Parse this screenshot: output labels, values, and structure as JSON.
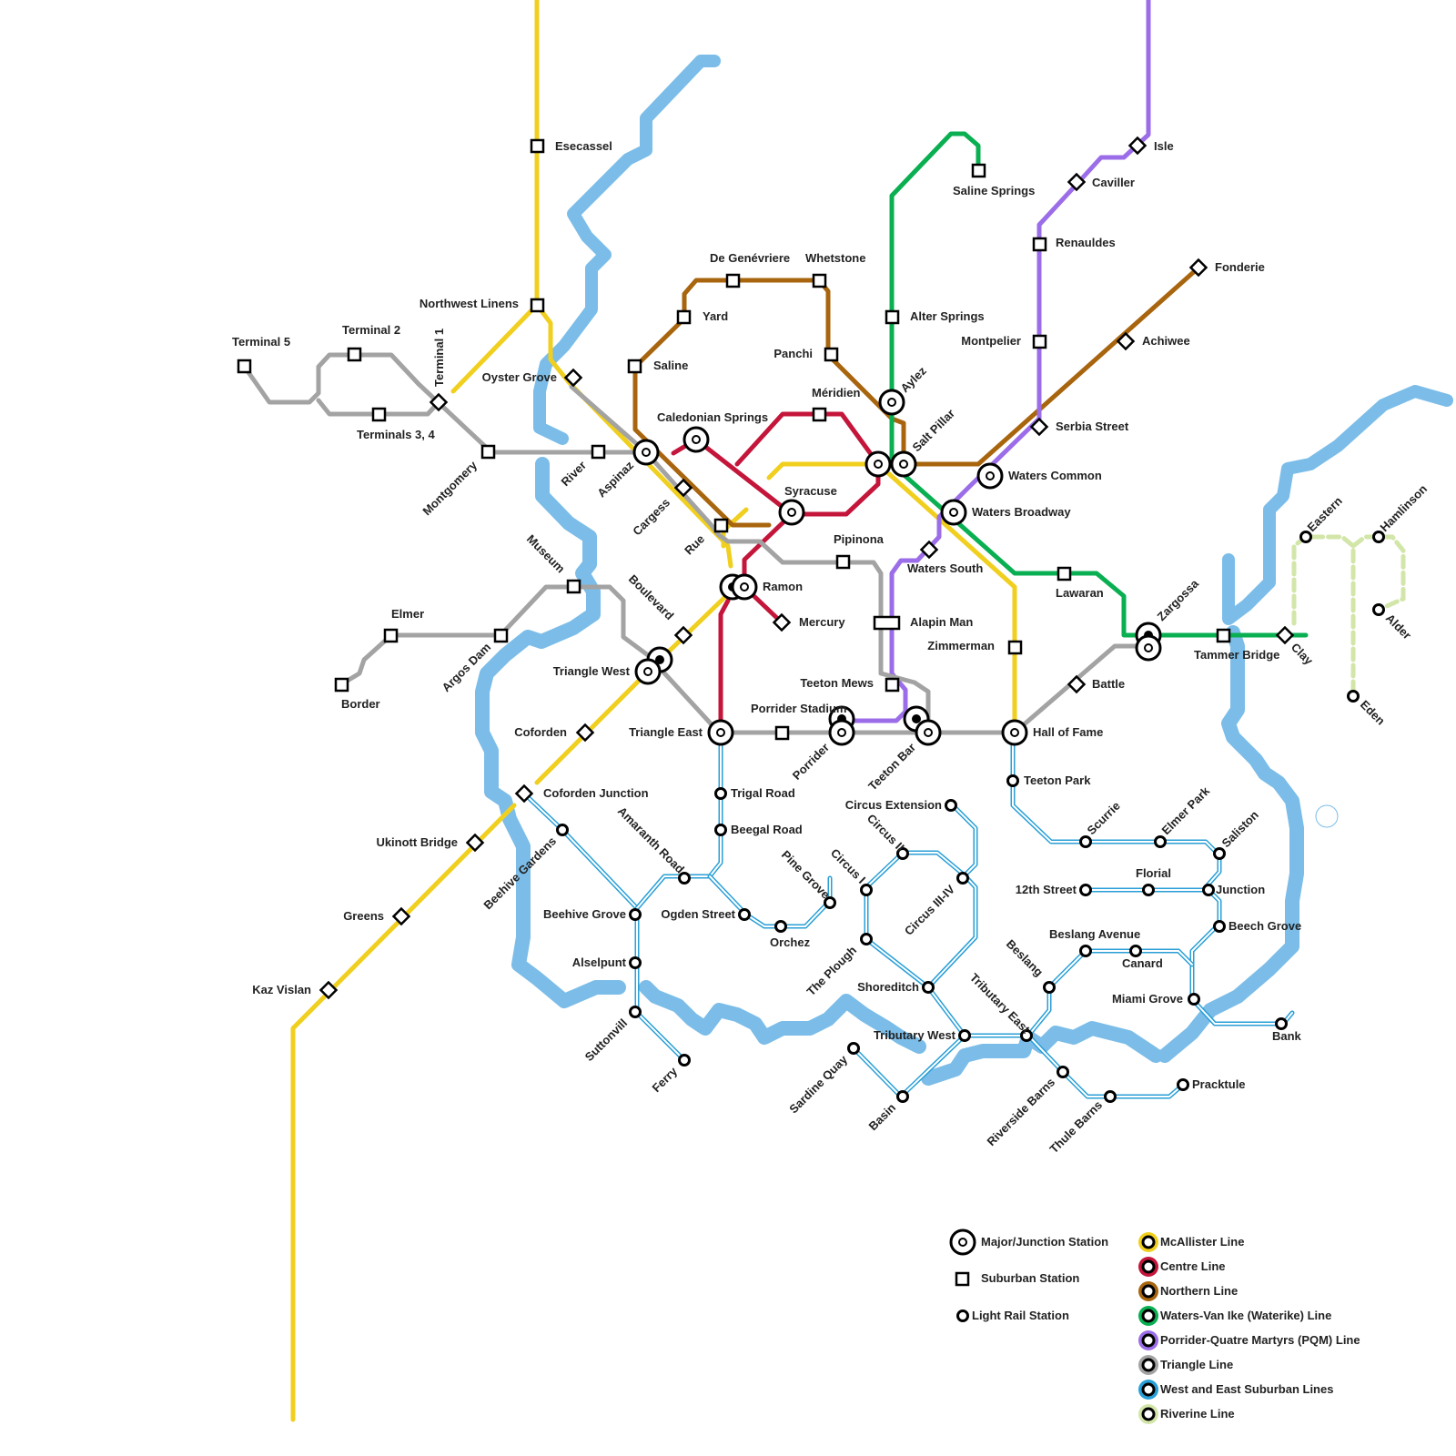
{
  "lines": {
    "mcallister": {
      "name": "McAllister Line",
      "color": "#f0cf1e"
    },
    "centre": {
      "name": "Centre Line",
      "color": "#c4153a"
    },
    "northern": {
      "name": "Northern Line",
      "color": "#a8650e"
    },
    "waterike": {
      "name": "Waters-Van Ike (Waterike) Line",
      "color": "#0aaf52"
    },
    "pqm": {
      "name": "Porrider-Quatre Martyrs (PQM) Line",
      "color": "#9b6de8"
    },
    "triangle": {
      "name": "Triangle Line",
      "color": "#a3a3a3"
    },
    "suburban_lr": {
      "name": "West and East Suburban Lines",
      "color": "#2a9fd6"
    },
    "riverine": {
      "name": "Riverine Line",
      "color": "#d3e6a9"
    }
  },
  "water_color": "#7bbde8",
  "legend": {
    "major": "Major/Junction Station",
    "suburban": "Suburban Station",
    "light_rail": "Light Rail Station"
  },
  "stations": {
    "esecassel": "Esecassel",
    "northwest_linens": "Northwest Linens",
    "oyster_grove": "Oyster Grove",
    "terminal5": "Terminal 5",
    "terminal2": "Terminal 2",
    "terminal1": "Terminal 1",
    "terminals34": "Terminals 3, 4",
    "montgomery": "Montgomery",
    "river": "River",
    "aspinaz": "Aspinaz",
    "cargess": "Cargess",
    "rue": "Rue",
    "museum": "Museum",
    "boulevard": "Boulevard",
    "elmer": "Elmer",
    "border": "Border",
    "argos_dam": "Argos Dam",
    "triangle_west": "Triangle West",
    "coforden": "Coforden",
    "coforden_junction": "Coforden Junction",
    "ukinott_bridge": "Ukinott Bridge",
    "greens": "Greens",
    "kaz_vislan": "Kaz Vislan",
    "de_genevriere": "De Genévriere",
    "whetstone": "Whetstone",
    "yard": "Yard",
    "saline": "Saline",
    "panchi": "Panchi",
    "meridien": "Méridien",
    "caledonian_springs": "Caledonian Springs",
    "syracuse": "Syracuse",
    "pipinona": "Pipinona",
    "ramon": "Ramon",
    "mercury": "Mercury",
    "triangle_east": "Triangle East",
    "teeton_mews": "Teeton Mews",
    "porrider_stadium": "Porrider Stadium",
    "porrider": "Porrider",
    "teeton_bar": "Teeton Bar",
    "alapin_man": "Alapin Man",
    "zimmerman": "Zimmerman",
    "hall_of_fame": "Hall of Fame",
    "battle": "Battle",
    "saline_springs": "Saline Springs",
    "alter_springs": "Alter Springs",
    "aylez": "Aylez",
    "salt_pillar": "Salt Pillar",
    "waters_common": "Waters Common",
    "waters_broadway": "Waters Broadway",
    "waters_south": "Waters South",
    "lawaran": "Lawaran",
    "zargossa": "Zargossa",
    "tammer_bridge": "Tammer Bridge",
    "clay": "Clay",
    "isle": "Isle",
    "caviller": "Caviller",
    "renauldes": "Renauldes",
    "montpelier": "Montpelier",
    "serbia_street": "Serbia Street",
    "fonderie": "Fonderie",
    "achiwee": "Achiwee",
    "eastern": "Eastern",
    "hamlinson": "Hamlinson",
    "alder": "Alder",
    "eden": "Eden",
    "trigal_road": "Trigal Road",
    "beegal_road": "Beegal Road",
    "amaranth_road": "Amaranth Road",
    "beehive_gardens": "Beehive Gardens",
    "beehive_grove": "Beehive Grove",
    "ogden_street": "Ogden Street",
    "orchez": "Orchez",
    "pine_grove": "Pine Grove",
    "alselpunt": "Alselpunt",
    "suttonvill": "Suttonvill",
    "ferry": "Ferry",
    "circus_extension": "Circus Extension",
    "circus_ii": "Circus II",
    "circus_i": "Circus I",
    "circus_iii_iv": "Circus III-IV",
    "the_plough": "The Plough",
    "shoreditch": "Shoreditch",
    "tributary_west": "Tributary West",
    "tributary_east": "Tributary East",
    "sardine_quay": "Sardine Quay",
    "basin": "Basin",
    "teeton_park": "Teeton Park",
    "scurrie": "Scurrie",
    "elmer_park": "Elmer Park",
    "saliston": "Saliston",
    "twelfth_street": "12th Street",
    "florial": "Florial",
    "junction": "Junction",
    "beech_grove": "Beech Grove",
    "beslang_avenue": "Beslang Avenue",
    "beslang": "Beslang",
    "canard": "Canard",
    "miami_grove": "Miami Grove",
    "bank": "Bank",
    "riverside_barns": "Riverside Barns",
    "thule_barns": "Thule Barns",
    "pracktule": "Pracktule"
  }
}
